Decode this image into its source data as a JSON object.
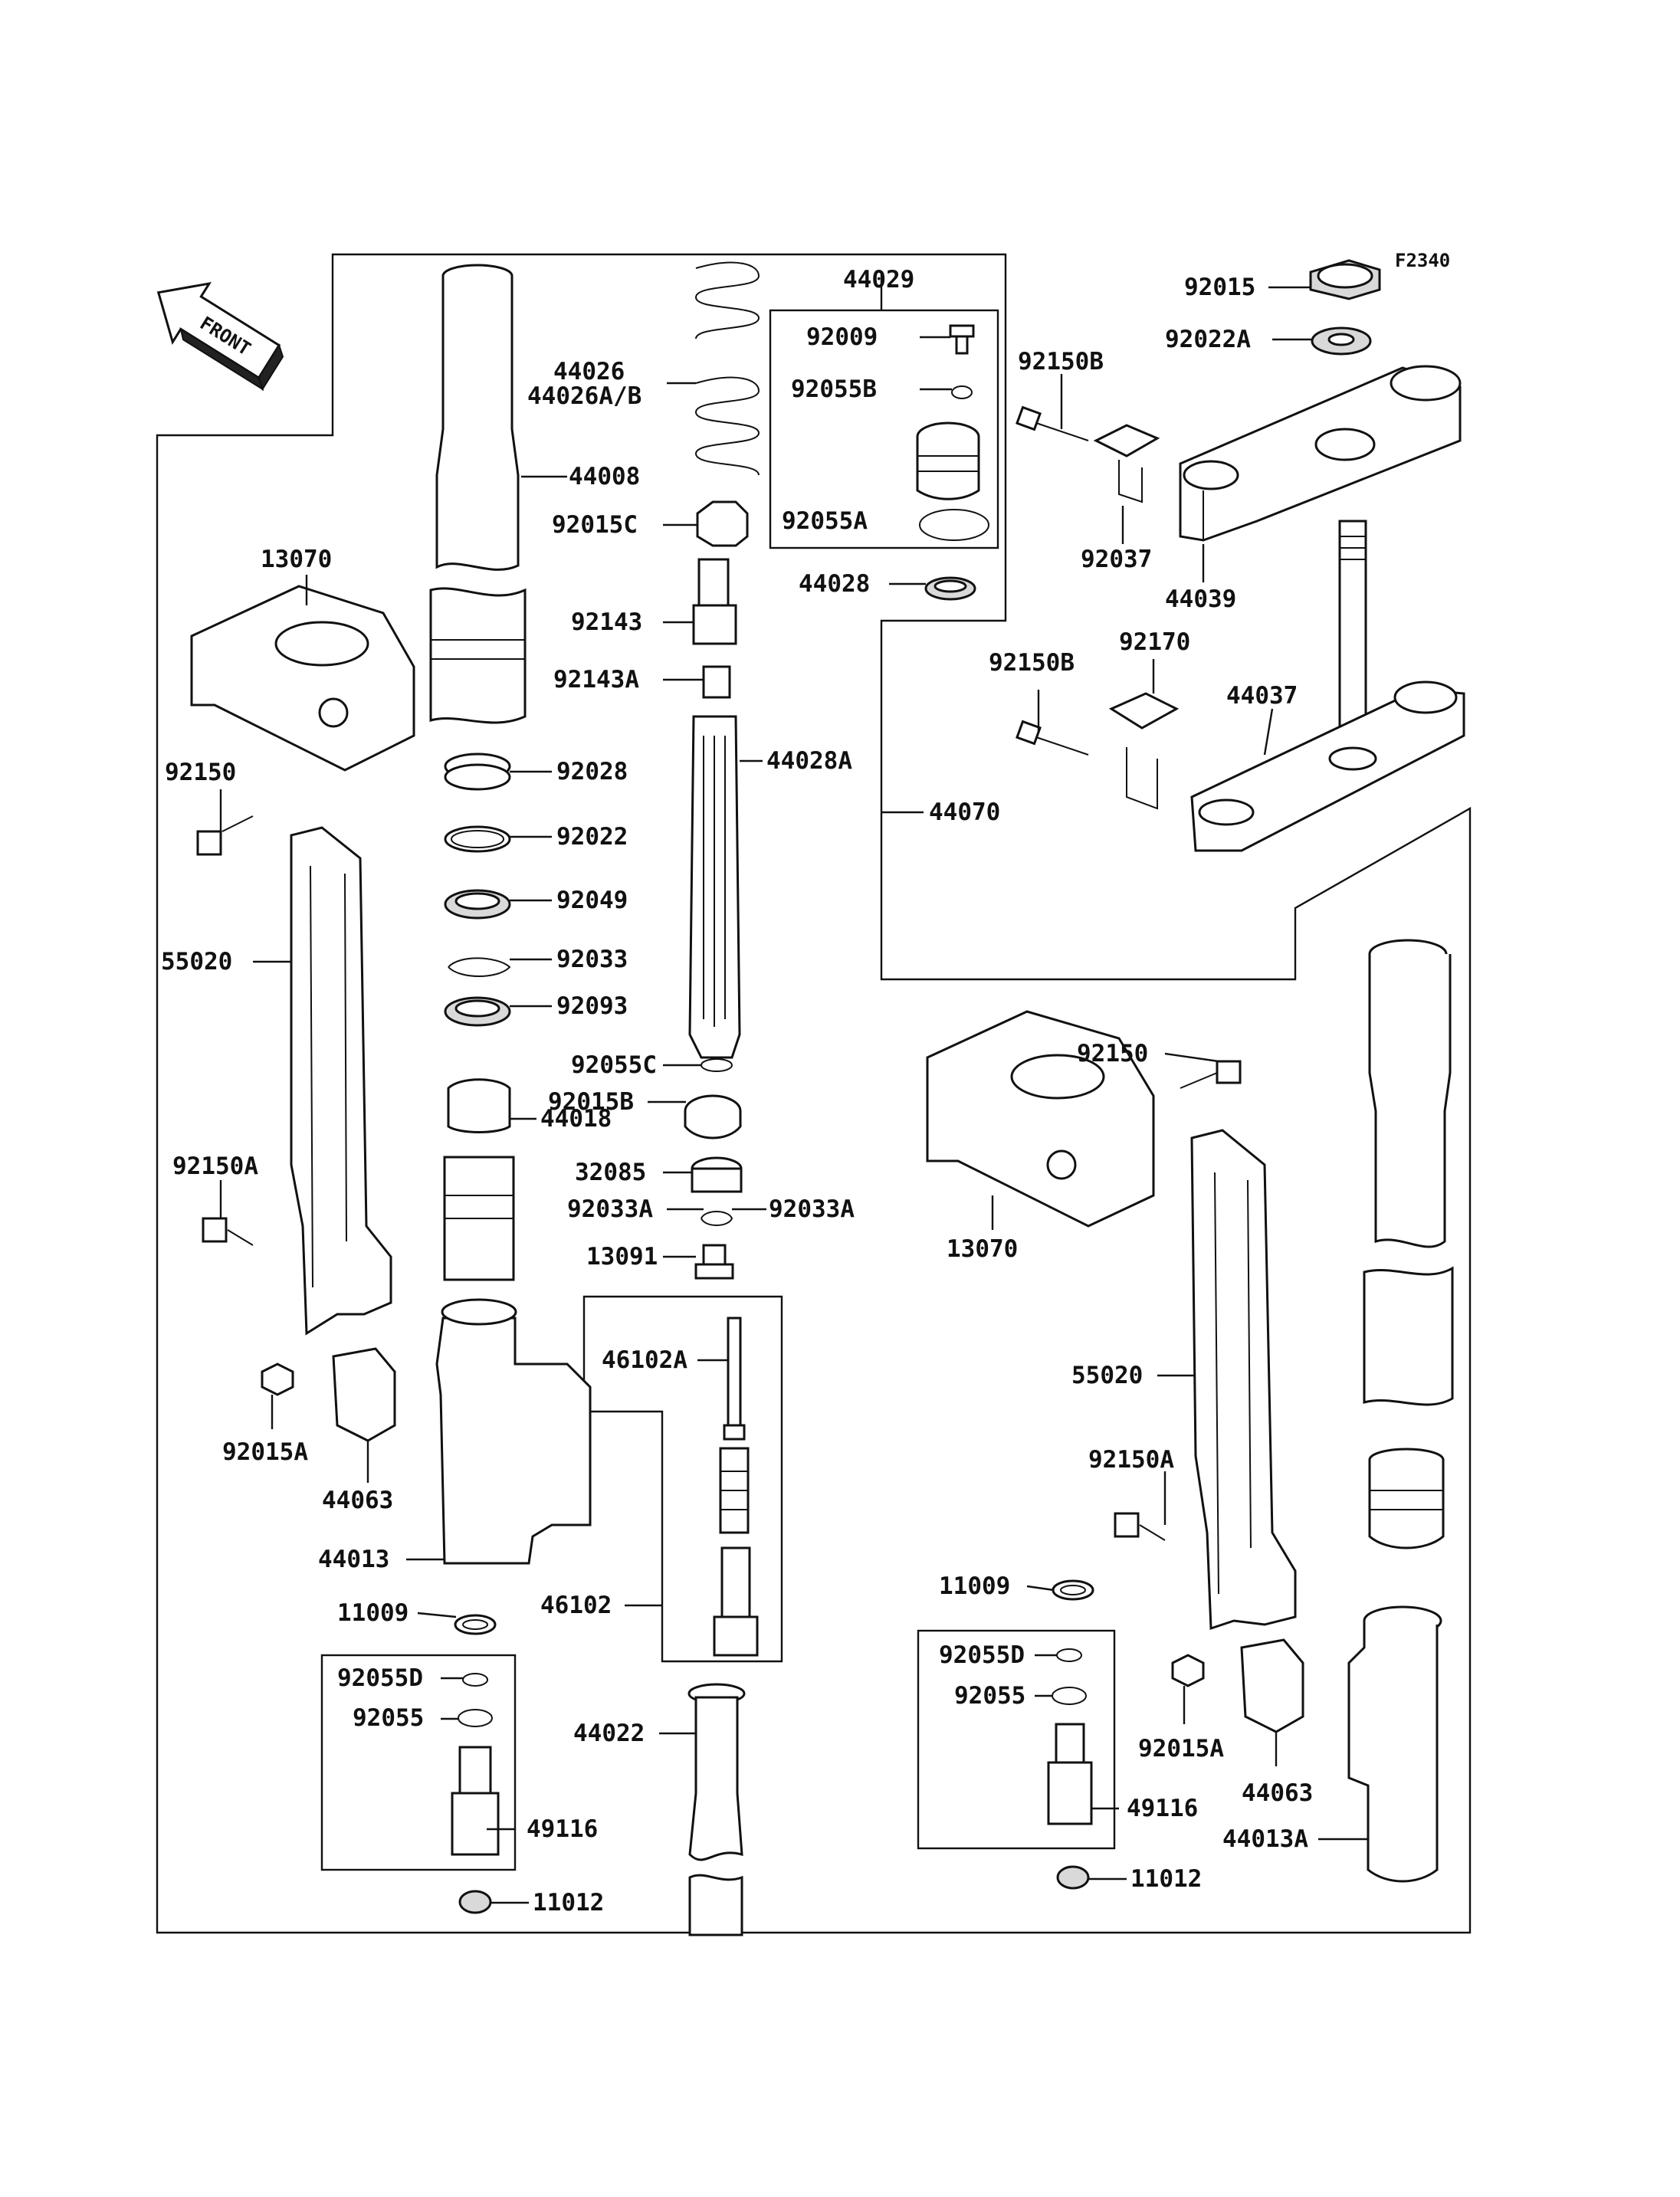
{
  "diagram": {
    "code": "F2340",
    "front_label": "FRONT",
    "labels": [
      {
        "id": "l44029",
        "text": "44029"
      },
      {
        "id": "l92009",
        "text": "92009"
      },
      {
        "id": "l92055B",
        "text": "92055B"
      },
      {
        "id": "l92055A",
        "text": "92055A"
      },
      {
        "id": "l44028",
        "text": "44028"
      },
      {
        "id": "l92015",
        "text": "92015"
      },
      {
        "id": "l92022A",
        "text": "92022A"
      },
      {
        "id": "l92150B_top",
        "text": "92150B"
      },
      {
        "id": "l92037",
        "text": "92037"
      },
      {
        "id": "l44039",
        "text": "44039"
      },
      {
        "id": "l92150B_mid",
        "text": "92150B"
      },
      {
        "id": "l92170",
        "text": "92170"
      },
      {
        "id": "l44037",
        "text": "44037"
      },
      {
        "id": "l44070",
        "text": "44070"
      },
      {
        "id": "l44026",
        "text": "44026"
      },
      {
        "id": "l44026AB",
        "text": "44026A/B"
      },
      {
        "id": "l44008",
        "text": "44008"
      },
      {
        "id": "l92015C",
        "text": "92015C"
      },
      {
        "id": "l13070_l",
        "text": "13070"
      },
      {
        "id": "l92143",
        "text": "92143"
      },
      {
        "id": "l92143A",
        "text": "92143A"
      },
      {
        "id": "l44028A",
        "text": "44028A"
      },
      {
        "id": "l92150_l",
        "text": "92150"
      },
      {
        "id": "l92028",
        "text": "92028"
      },
      {
        "id": "l92022",
        "text": "92022"
      },
      {
        "id": "l92049",
        "text": "92049"
      },
      {
        "id": "l55020_l",
        "text": "55020"
      },
      {
        "id": "l92033",
        "text": "92033"
      },
      {
        "id": "l92093",
        "text": "92093"
      },
      {
        "id": "l92055C",
        "text": "92055C"
      },
      {
        "id": "l92015B",
        "text": "92015B"
      },
      {
        "id": "l44018",
        "text": "44018"
      },
      {
        "id": "l92150_r",
        "text": "92150"
      },
      {
        "id": "l92150A_l",
        "text": "92150A"
      },
      {
        "id": "l32085",
        "text": "32085"
      },
      {
        "id": "l92033A_a",
        "text": "92033A"
      },
      {
        "id": "l92033A_b",
        "text": "92033A"
      },
      {
        "id": "l13091",
        "text": "13091"
      },
      {
        "id": "l13070_r",
        "text": "13070"
      },
      {
        "id": "l46102A",
        "text": "46102A"
      },
      {
        "id": "l92015A_l",
        "text": "92015A"
      },
      {
        "id": "l44063_l",
        "text": "44063"
      },
      {
        "id": "l55020_r",
        "text": "55020"
      },
      {
        "id": "l92150A_r",
        "text": "92150A"
      },
      {
        "id": "l44013",
        "text": "44013"
      },
      {
        "id": "l11009_l",
        "text": "11009"
      },
      {
        "id": "l46102",
        "text": "46102"
      },
      {
        "id": "l11009_r",
        "text": "11009"
      },
      {
        "id": "l92055D_l",
        "text": "92055D"
      },
      {
        "id": "l92055_l",
        "text": "92055"
      },
      {
        "id": "l44022",
        "text": "44022"
      },
      {
        "id": "l92055D_r",
        "text": "92055D"
      },
      {
        "id": "l92055_r",
        "text": "92055"
      },
      {
        "id": "l92015A_r",
        "text": "92015A"
      },
      {
        "id": "l44063_r",
        "text": "44063"
      },
      {
        "id": "l49116_l",
        "text": "49116"
      },
      {
        "id": "l49116_r",
        "text": "49116"
      },
      {
        "id": "l44013A",
        "text": "44013A"
      },
      {
        "id": "l11012_l",
        "text": "11012"
      },
      {
        "id": "l11012_r",
        "text": "11012"
      }
    ]
  }
}
